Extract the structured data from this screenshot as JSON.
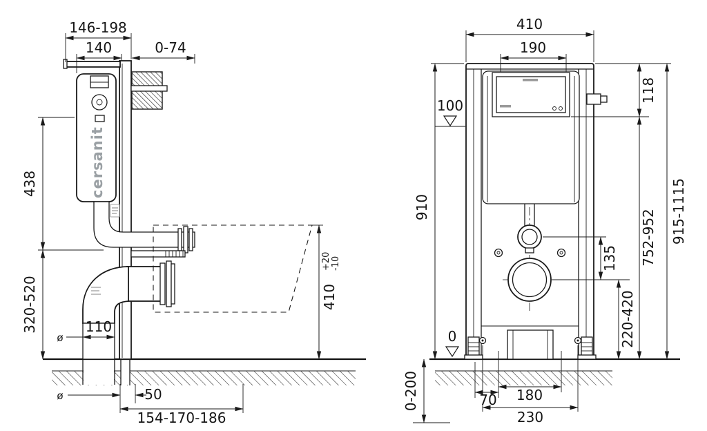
{
  "brand": "cersanit",
  "symbols": {
    "diameter": "ø"
  },
  "side_view": {
    "dims": {
      "top_width_range": "146-198",
      "cistern_depth": "140",
      "wall_offset_range": "0-74",
      "upper_height": "438",
      "lower_height_range": "320-520",
      "drain_pipe_diameter": "110",
      "bowl_height": "410",
      "bowl_tolerance_plus": "+20",
      "bowl_tolerance_minus": "-10",
      "flush_pipe_diameter": "50",
      "outlet_depth_range": "154-170-186"
    }
  },
  "front_view": {
    "dims": {
      "frame_width": "410",
      "plate_width": "190",
      "plate_top_offset": "118",
      "level_mark_100": "100",
      "frame_height": "910",
      "plate_height_range": "752-952",
      "drain_offset": "135",
      "drain_height_range": "220-420",
      "total_height_range": "915-1115",
      "level_mark_0": "0",
      "foot_extension_range": "0-200",
      "supply_offset": "70",
      "bolt_spacing": "180",
      "leg_spacing": "230"
    }
  }
}
